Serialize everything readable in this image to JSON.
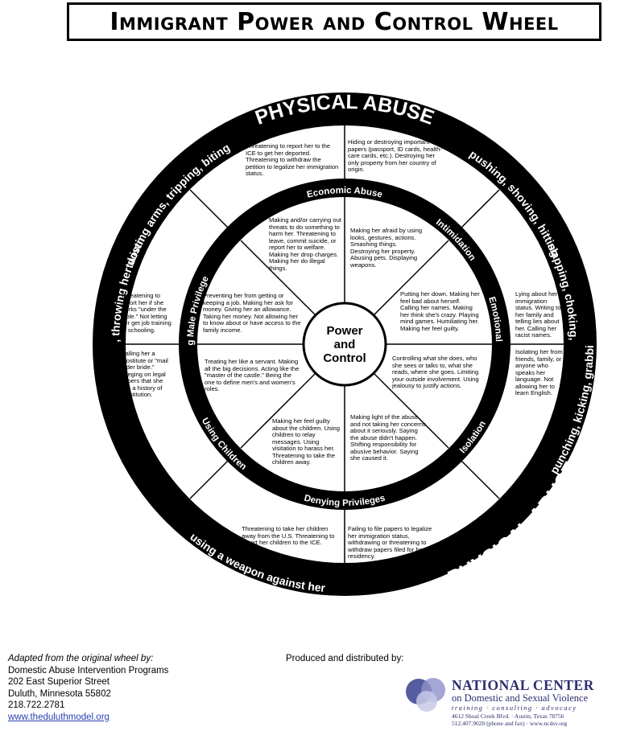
{
  "title": "Immigrant Power and Control Wheel",
  "outer_ring": {
    "top_label": "PHYSICAL ABUSE",
    "bottom_label": "PHYSICAL ABUSE",
    "behaviors_top_left": "twisting arms, tripping, biting",
    "behaviors_top_right": "pushing, shoving, hitting",
    "behaviors_left": "beating, throwing her down",
    "behaviors_right": "slapping, choking, pulling hair",
    "behaviors_right_lower": "punching, kicking, grabbing",
    "behaviors_bottom": "using a weapon against her"
  },
  "inner_ring": {
    "economic_abuse": "Economic Abuse",
    "intimidation": "Intimidation",
    "emotional_abuse": "Emotional Abuse",
    "isolation": "Isolation",
    "denying_privileges": "Denying Privileges",
    "using_children": "Using Children",
    "using_male_privilege": "Using Male Privilege"
  },
  "center": {
    "line1": "Power",
    "line2": "and",
    "line3": "Control"
  },
  "outer_texts": {
    "top_left": "Threatening to report her to the ICE to get her deported. Threatening to withdraw the petition to legalize her immigration status.",
    "top_right": "Hiding or destroying important papers (passport, ID cards, health-care cards, etc.). Destroying her only property from her country of origin.",
    "right_upper": "Lying about her immigration status. Writing to her family and telling lies about her. Calling her racist names.",
    "right_lower": "Isolating her from friends, family, or anyone who speaks her language. Not allowing her to learn English.",
    "bottom_right": "Failing to file papers to legalize her immigration status, withdrawing or threatening to withdraw papers filed for her residency.",
    "bottom_left": "Threatening to take her children away from the U.S. Threatening to report her children to the ICE.",
    "left_lower": "Calling her a prostitute or \"mail order bride.\" Alleging on legal papers that she has a history of prostitution.",
    "left_upper": "Threatening to report her if she works \"under the table.\" Not letting her get job training or schooling."
  },
  "inner_texts": {
    "economic": "Making and/or carrying out threats to do something to harm her. Threatening to leave, commit suicide, or report her to welfare. Making her drop charges. Making her do illegal things.",
    "intimidation": "Making her afraid by using looks, gestures, actions. Smashing things. Destroying her property. Abusing pets. Displaying weapons.",
    "emotional": "Putting her down. Making her feel bad about herself. Calling her names. Making her think she's crazy. Playing mind games. Humiliating her. Making her feel guilty.",
    "isolation": "Controlling what she does, who she sees or talks to, what she reads, where she goes. Limiting your outside involvement. Using jealousy to justify actions.",
    "denying": "Making light of the abuse and not taking her concerns about it seriously. Saying the abuse didn't happen. Shifting responsibility for abusive behavior. Saying she caused it.",
    "children": "Making her feel guilty about the children. Using children to relay messages. Using visitation to harass her. Threatening to take the children away.",
    "male_privilege": "Treating her like a servant. Making all the big decisions. Acting like the \"master of the castle.\" Being the one to define men's and women's roles.",
    "money": "Preventing her from getting or keeping a job. Making her ask for money. Giving her an allowance. Taking her money. Not allowing her to know about or have access to the family income."
  },
  "footer": {
    "adapted_from": "Adapted from the original wheel by:",
    "org": "Domestic Abuse Intervention Programs",
    "street": "202 East Superior Street",
    "city": "Duluth, Minnesota 55802",
    "phone": "218.722.2781",
    "website": "www.theduluthmodel.org",
    "produced_by": "Produced and distributed by:"
  },
  "ncdsv": {
    "name_line1": "NATIONAL CENTER",
    "name_line2": "on Domestic and Sexual Violence",
    "tagline": "training · consulting · advocacy",
    "address": "4612 Shoal Creek Blvd. · Austin, Texas 78756",
    "contact": "512.407.9020 (phone and fax) · www.ncdsv.org",
    "logo_color": "#3a3f8f"
  }
}
